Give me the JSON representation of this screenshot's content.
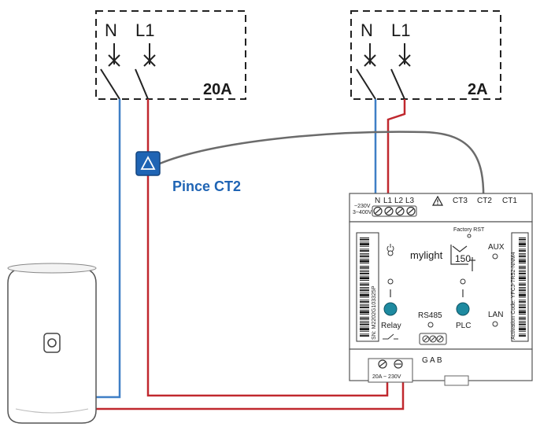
{
  "breaker_left": {
    "neutral": "N",
    "line": "L1",
    "rating": "20A"
  },
  "breaker_right": {
    "neutral": "N",
    "line": "L1",
    "rating": "2A"
  },
  "clamp": {
    "label": "Pince CT2"
  },
  "device": {
    "terminals_voltage": "~230V\n3~400V",
    "terminal_labels": [
      "N",
      "L1",
      "L2",
      "L3"
    ],
    "ct_labels": [
      "CT3",
      "CT2",
      "CT1"
    ],
    "factory_reset": "Factory RST",
    "brand": "mylight",
    "model": "150",
    "aux": "AUX",
    "relay": "Relay",
    "rs485": "RS485",
    "plc": "PLC",
    "lan": "LAN",
    "bus_terminals": "G A B",
    "power_rating": "20A ~ 230V",
    "serial_number": "SN: M2202G103325P",
    "activation_code": "Activation Code: YFCJ-7R52-NNM4"
  },
  "colors": {
    "neutral_wire": "#3f7fc6",
    "line_wire": "#c0282e",
    "ct_wire": "#6b6b6b",
    "clamp_fill": "#1f64b4",
    "led_teal": "#1e8aa0"
  }
}
